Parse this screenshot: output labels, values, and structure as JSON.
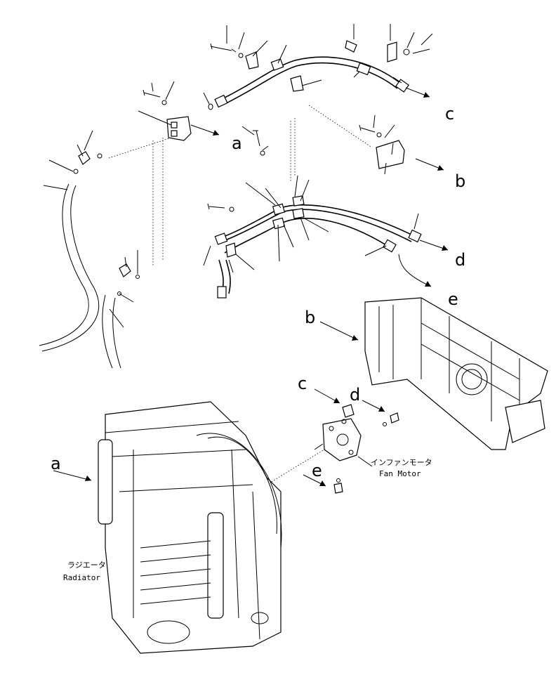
{
  "callouts": {
    "a_top": "a",
    "b_top": "b",
    "c_top": "c",
    "d_top": "d",
    "e_top": "e",
    "b_frame": "b",
    "c_motor": "c",
    "d_motor": "d",
    "e_motor": "e",
    "a_radiator": "a"
  },
  "parts": {
    "fan_motor_jp": "インファンモータ",
    "fan_motor_en": "Fan Motor",
    "radiator_jp": "ラジエータ",
    "radiator_en": "Radiator"
  },
  "colors": {
    "ink": "#000000",
    "paper": "#ffffff"
  }
}
